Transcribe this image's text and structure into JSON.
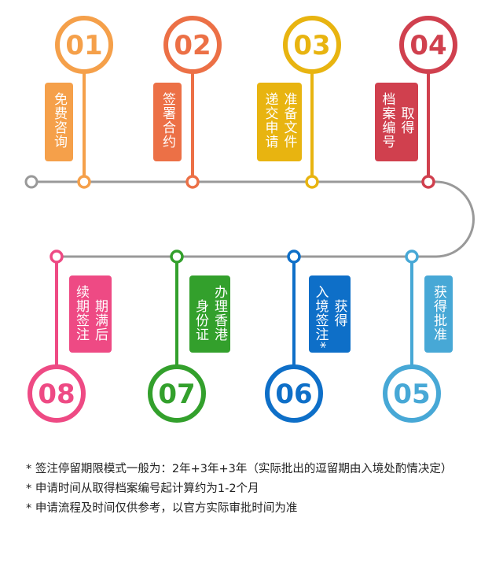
{
  "steps": [
    {
      "num": "01",
      "cols": [
        "免费咨询"
      ],
      "color": "#f5a04a"
    },
    {
      "num": "02",
      "cols": [
        "签署合约"
      ],
      "color": "#ec7046"
    },
    {
      "num": "03",
      "cols": [
        "准备文件",
        "递交申请"
      ],
      "color": "#e8b410"
    },
    {
      "num": "04",
      "cols": [
        "取得",
        "档案编号"
      ],
      "color": "#d0404e"
    },
    {
      "num": "05",
      "cols": [
        "获得批准"
      ],
      "color": "#47a8d6"
    },
    {
      "num": "06",
      "cols": [
        "获得",
        "入境签注*"
      ],
      "color": "#0e6fc8"
    },
    {
      "num": "07",
      "cols": [
        "办理香港",
        "身份证"
      ],
      "color": "#33a02c"
    },
    {
      "num": "08",
      "cols": [
        "期满后",
        "续期签注"
      ],
      "color": "#ee4a84"
    }
  ],
  "notes": [
    "* 签注停留期限模式一般为：2年+3年+3年（实际批出的逗留期由入境处酌情决定）",
    "* 申请时间从取得档案编号起计算约为1-2个月",
    "* 申请流程及时间仅供参考，以官方实际审批时间为准"
  ]
}
